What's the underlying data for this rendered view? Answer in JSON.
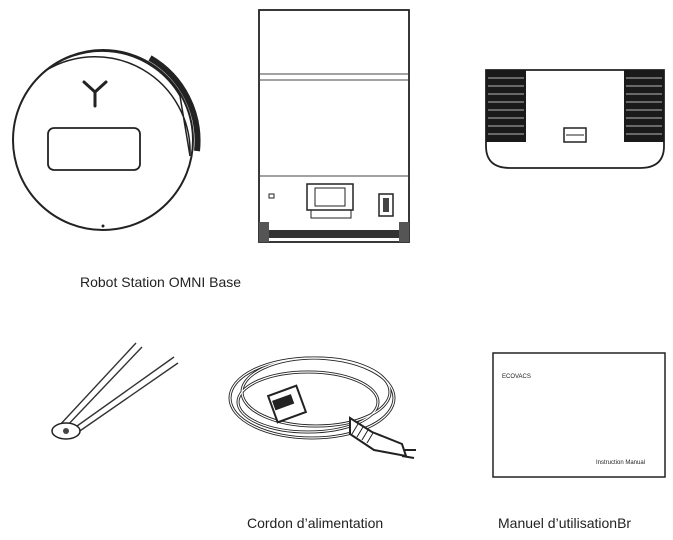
{
  "captions": {
    "row1": "Robot  Station OMNI Base",
    "cord": "Cordon d’alimentation",
    "manual": "Manuel d’utilisationBr"
  },
  "manual_cover": {
    "brand": "ECOVACS",
    "title": "Instruction Manual"
  }
}
